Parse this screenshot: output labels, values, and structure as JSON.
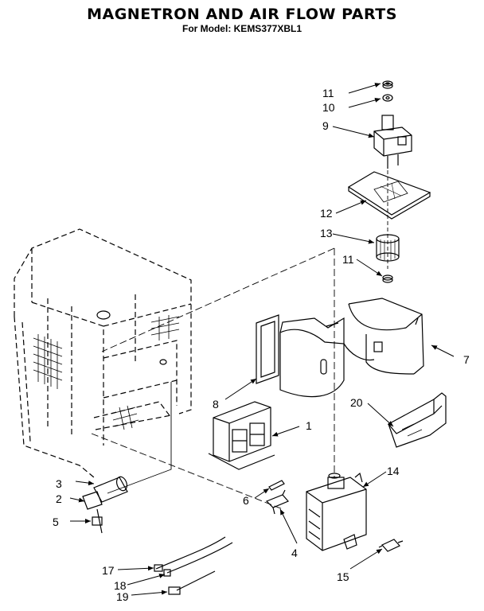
{
  "header": {
    "title": "MAGNETRON AND AIR FLOW PARTS",
    "model_line": "For Model: KEMS377XBL1"
  },
  "callouts": [
    "11",
    "10",
    "9",
    "12",
    "13",
    "11",
    "7",
    "8",
    "1",
    "20",
    "14",
    "3",
    "2",
    "6",
    "5",
    "4",
    "15",
    "17",
    "18",
    "19"
  ]
}
